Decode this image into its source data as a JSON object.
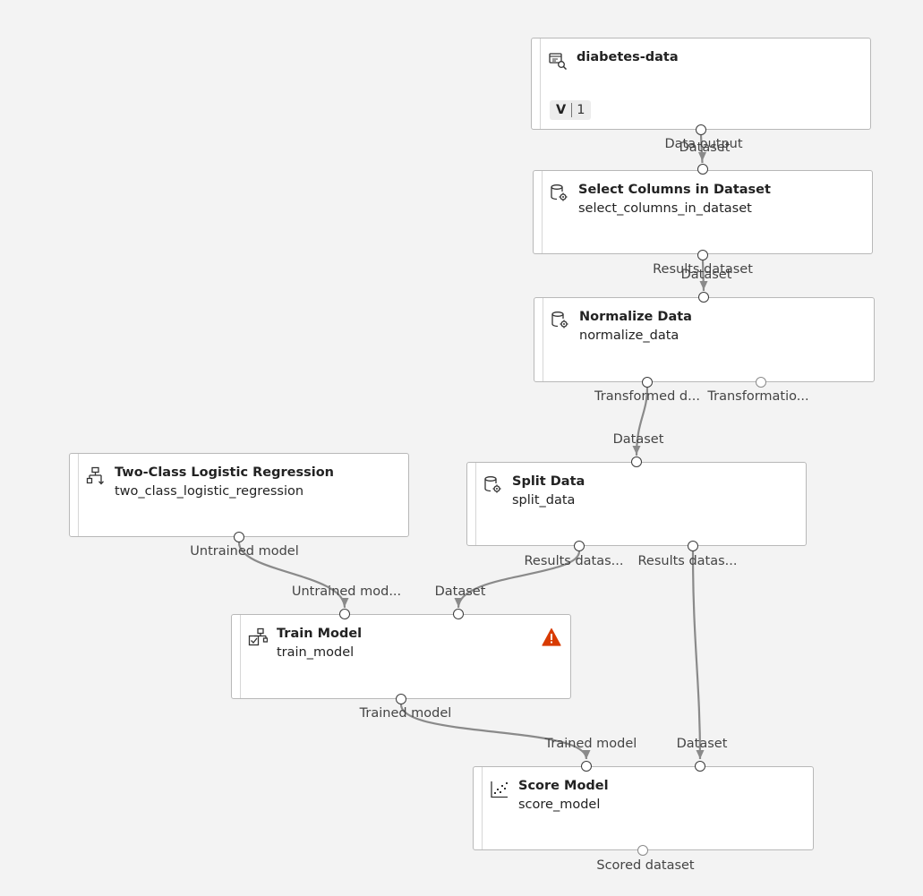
{
  "nodes": {
    "diabetes_data": {
      "title": "diabetes-data",
      "version_label": "V",
      "version_number": "1",
      "icon": "dataset-icon"
    },
    "select_columns": {
      "title": "Select Columns in Dataset",
      "name": "select_columns_in_dataset",
      "icon": "database-gear-icon"
    },
    "normalize": {
      "title": "Normalize Data",
      "name": "normalize_data",
      "icon": "database-gear-icon"
    },
    "split": {
      "title": "Split Data",
      "name": "split_data",
      "icon": "database-gear-icon"
    },
    "logistic": {
      "title": "Two-Class Logistic Regression",
      "name": "two_class_logistic_regression",
      "icon": "tree-algorithm-icon"
    },
    "train": {
      "title": "Train Model",
      "name": "train_model",
      "icon": "train-model-icon",
      "status_icon": "warning-icon"
    },
    "score": {
      "title": "Score Model",
      "name": "score_model",
      "icon": "scatter-chart-icon"
    }
  },
  "ports": {
    "diabetes_out": "Data output",
    "select_in": "Dataset",
    "select_out": "Results dataset",
    "normalize_in": "Dataset",
    "normalize_out1": "Transformed d...",
    "normalize_out2": "Transformatio...",
    "split_in": "Dataset",
    "split_out1": "Results datas...",
    "split_out2": "Results datas...",
    "logistic_out": "Untrained model",
    "train_in1": "Untrained mod...",
    "train_in2": "Dataset",
    "train_out": "Trained model",
    "score_in1": "Trained model",
    "score_in2": "Dataset",
    "score_out": "Scored dataset"
  },
  "colors": {
    "canvas_bg": "#f3f3f3",
    "edge": "#8a8a8a",
    "warning": "#d83b01"
  }
}
